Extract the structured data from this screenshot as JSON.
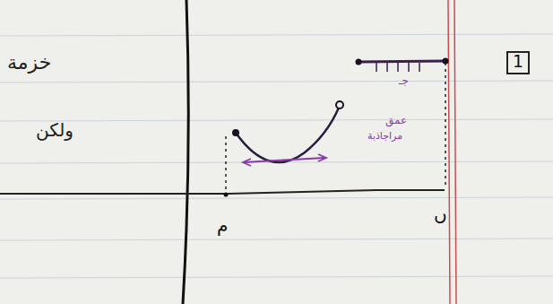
{
  "diagram": {
    "labels": [
      "خزمة",
      "ولكن",
      "1",
      "جـ",
      "عمق",
      "مراجاذبة",
      "م",
      "ں"
    ]
  }
}
